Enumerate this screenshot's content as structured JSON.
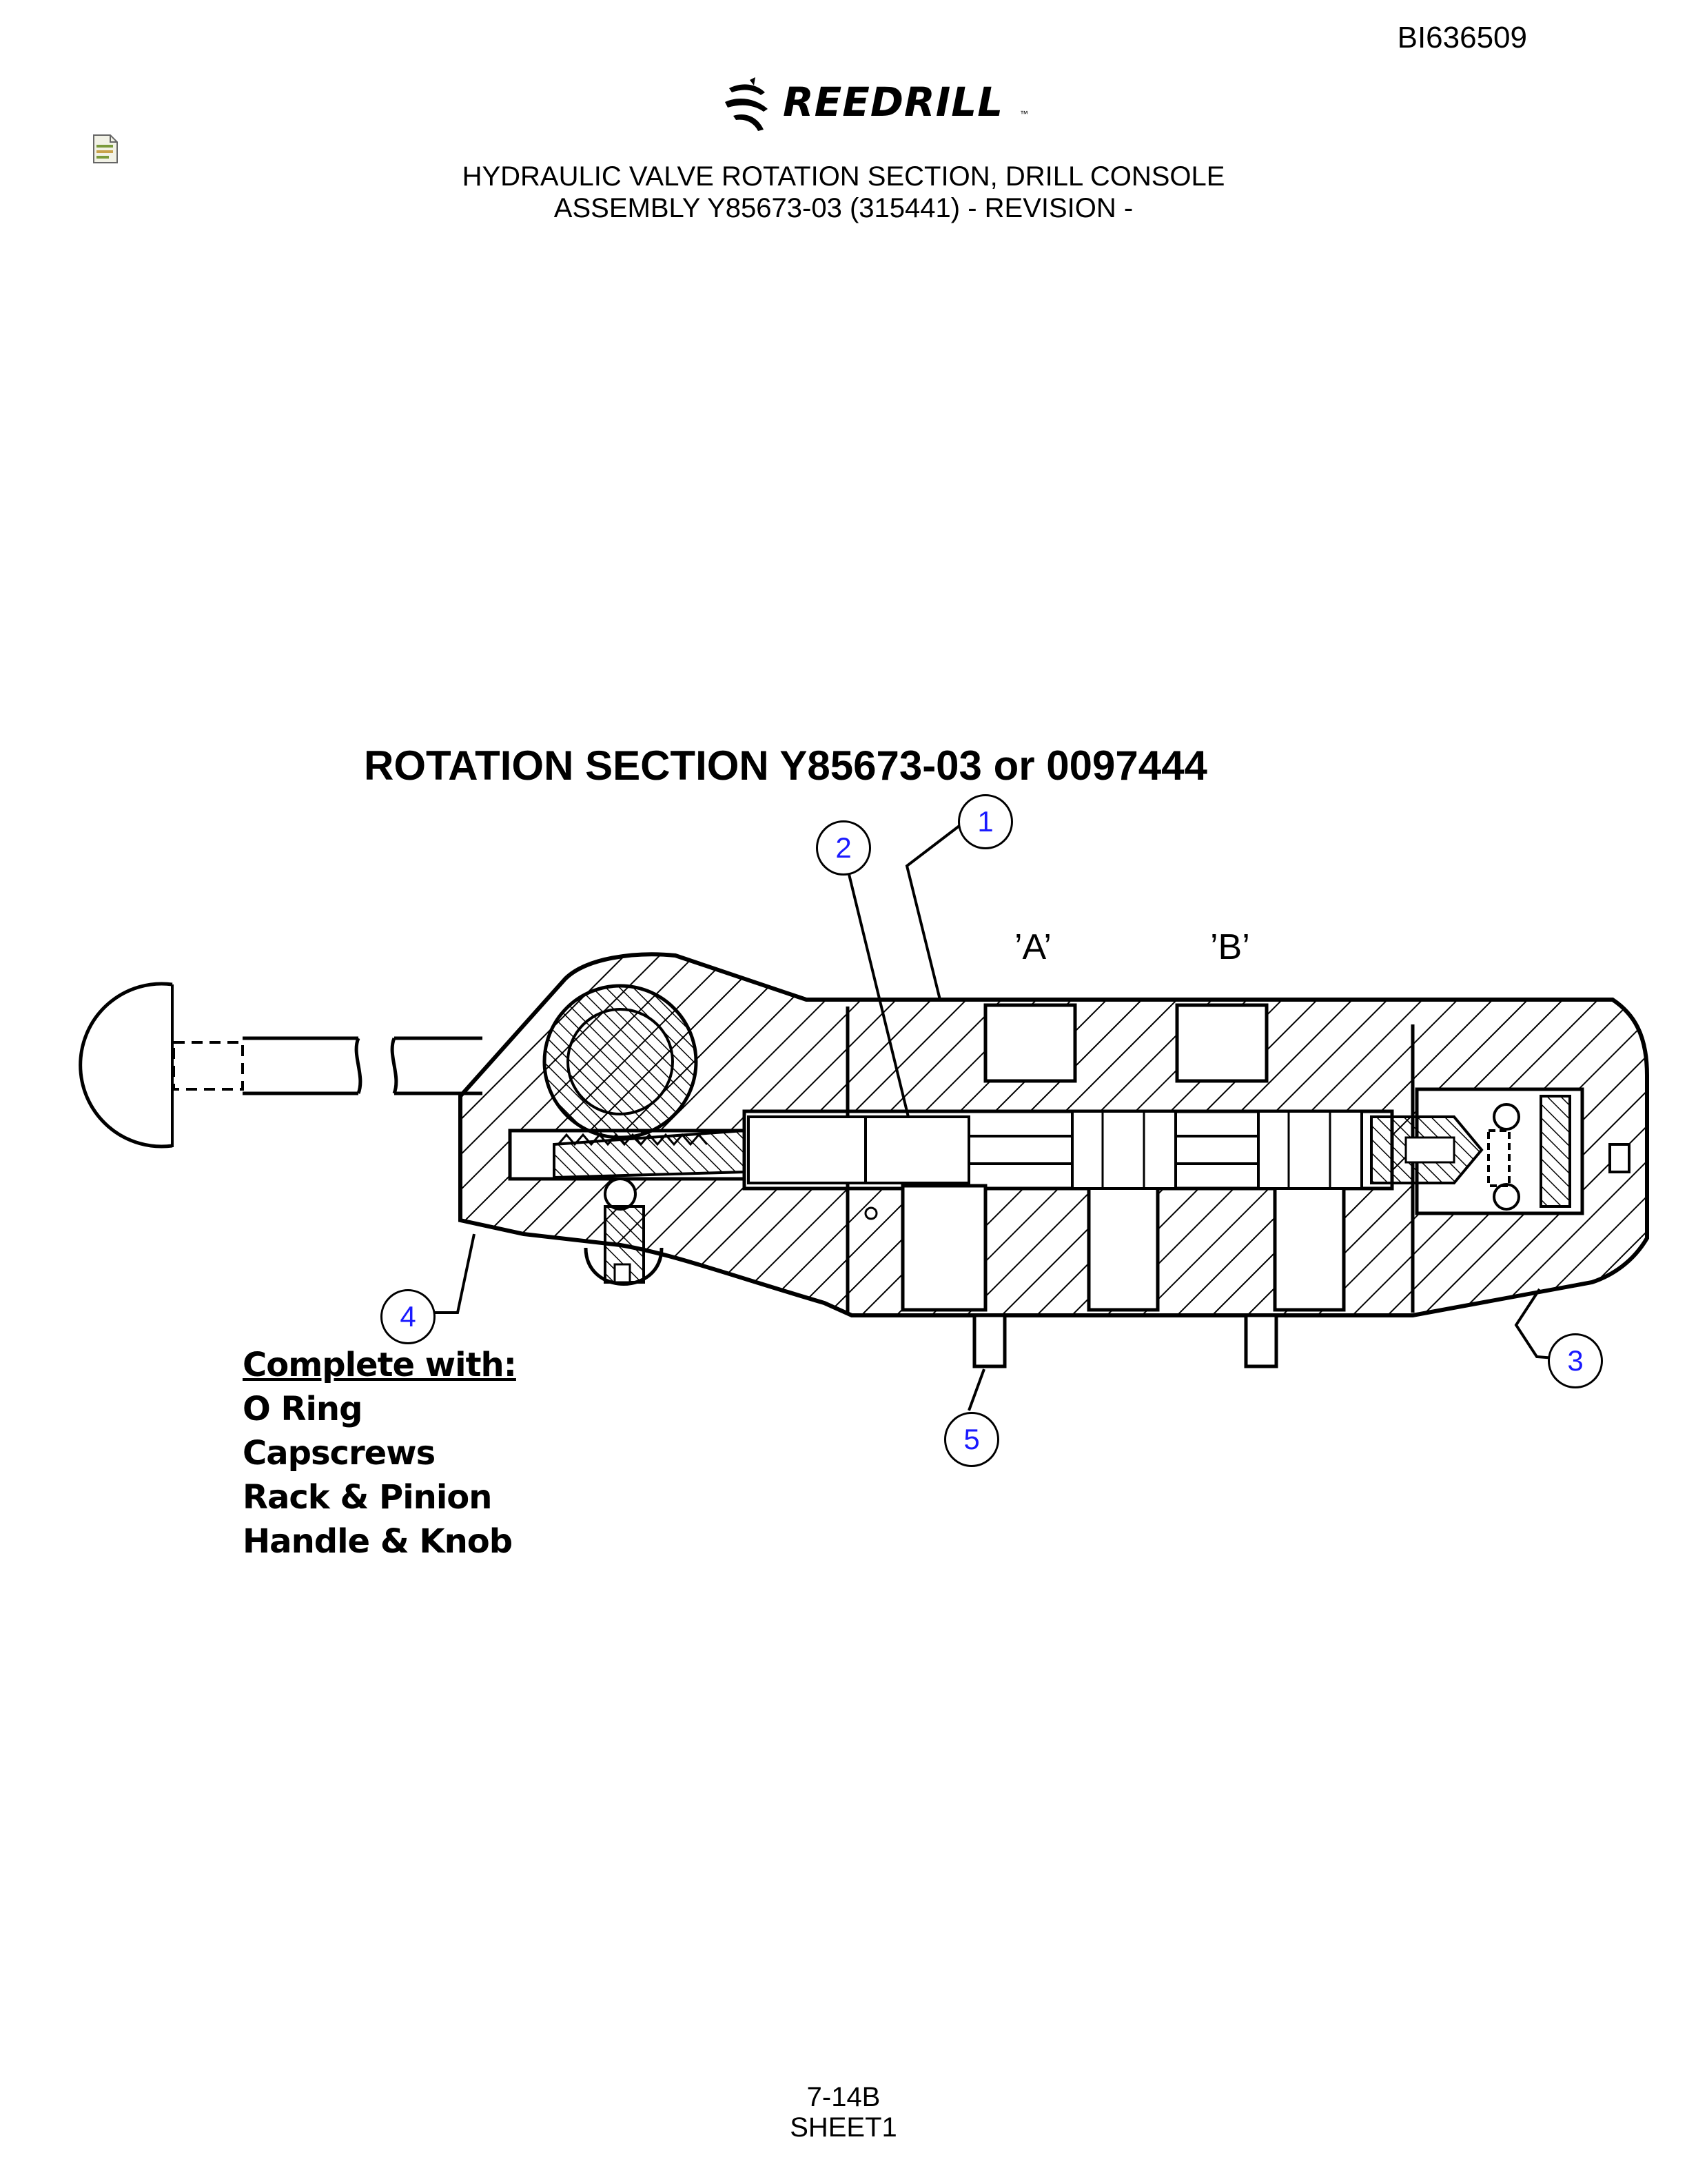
{
  "header": {
    "document_id": "BI636509",
    "brand": "REEDRILL",
    "brand_tm": "™",
    "title_line1": "HYDRAULIC VALVE ROTATION SECTION, DRILL CONSOLE",
    "title_line2": "ASSEMBLY Y85673-03  (315441) - REVISION -"
  },
  "diagram": {
    "section_title": "ROTATION SECTION  Y85673-03 or 0097444",
    "port_labels": [
      "’A’",
      "’B’"
    ],
    "callouts": [
      "1",
      "2",
      "3",
      "4",
      "5"
    ],
    "callout_color": "#1a1aff",
    "complete_with": {
      "heading": "Complete with:",
      "items": [
        "O Ring",
        "Capscrews",
        "Rack & Pinion",
        "Handle & Knob"
      ]
    }
  },
  "footer": {
    "page": "7-14B",
    "sheet": "SHEET1"
  }
}
